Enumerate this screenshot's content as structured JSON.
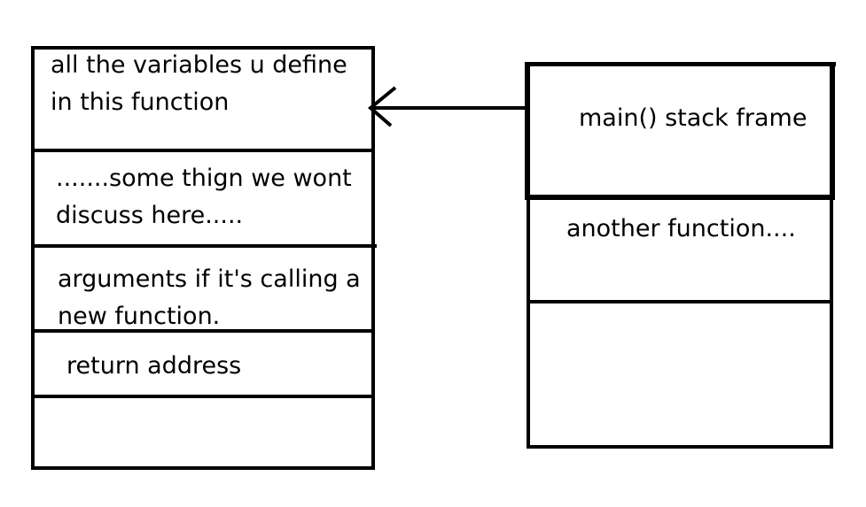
{
  "left_stack": {
    "cells": [
      {
        "line1": "all the variables u define",
        "line2": "in this function"
      },
      {
        "line1": ".......some thign we wont",
        "line2": "discuss here....."
      },
      {
        "line1": "arguments if it's calling a",
        "line2": "new function."
      },
      {
        "line1": "return address",
        "line2": ""
      },
      {
        "line1": "",
        "line2": ""
      }
    ]
  },
  "right_stack": {
    "cells": [
      {
        "line1": "main() stack frame"
      },
      {
        "line1": "another function...."
      },
      {
        "line1": ""
      }
    ]
  },
  "colors": {
    "stroke": "#000000",
    "background": "#ffffff"
  }
}
